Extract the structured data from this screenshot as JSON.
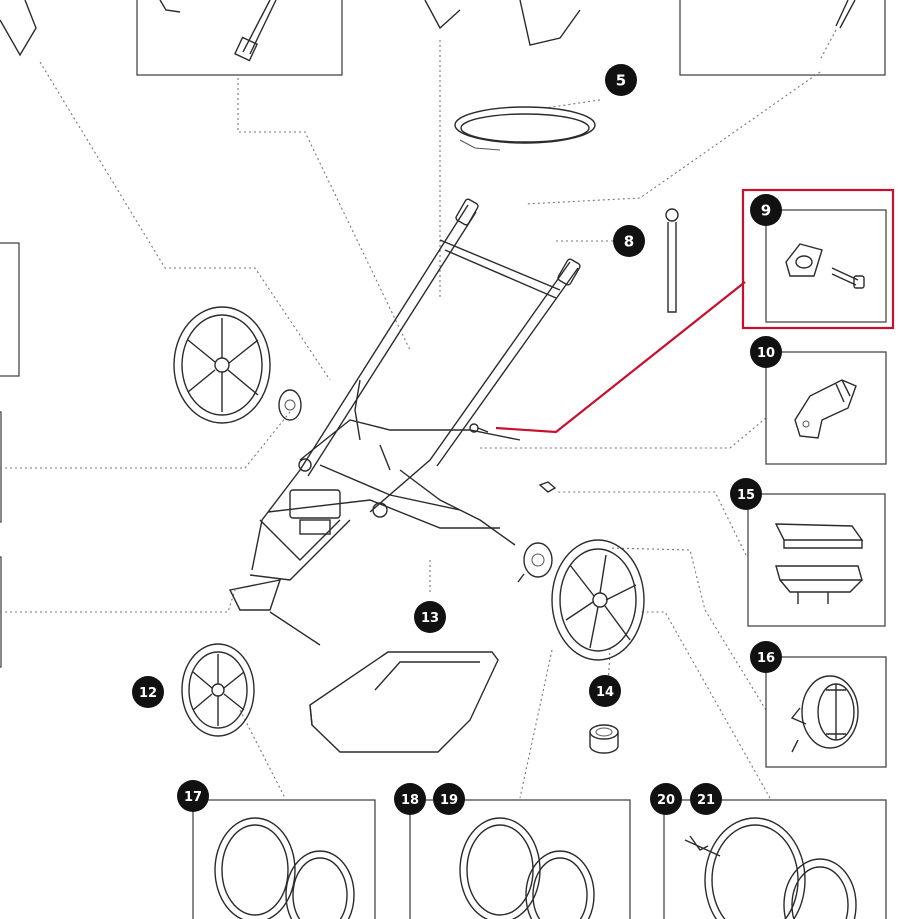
{
  "diagram": {
    "highlight_color": "#c8102e",
    "line_color": "#2b2b2b",
    "badge_color": "#111111",
    "parts": [
      {
        "label": "5",
        "icon": "rubber-band-icon"
      },
      {
        "label": "8",
        "icon": "pin-icon"
      },
      {
        "label": "9",
        "icon": "clip-and-screw-icon",
        "highlighted": true
      },
      {
        "label": "10",
        "icon": "bracket-latch-icon"
      },
      {
        "label": "12",
        "icon": "front-wheel-icon"
      },
      {
        "label": "13",
        "icon": "basket-icon"
      },
      {
        "label": "14",
        "icon": "wheel-cap-icon"
      },
      {
        "label": "15",
        "icon": "footrest-icon"
      },
      {
        "label": "16",
        "icon": "hub-brake-icon"
      },
      {
        "label": "17",
        "icon": "tire-icon"
      },
      {
        "label": "18",
        "icon": "tire-icon"
      },
      {
        "label": "19",
        "icon": "tire-icon"
      },
      {
        "label": "20",
        "icon": "rear-wheel-icon"
      },
      {
        "label": "21",
        "icon": "rear-wheel-icon"
      }
    ]
  }
}
